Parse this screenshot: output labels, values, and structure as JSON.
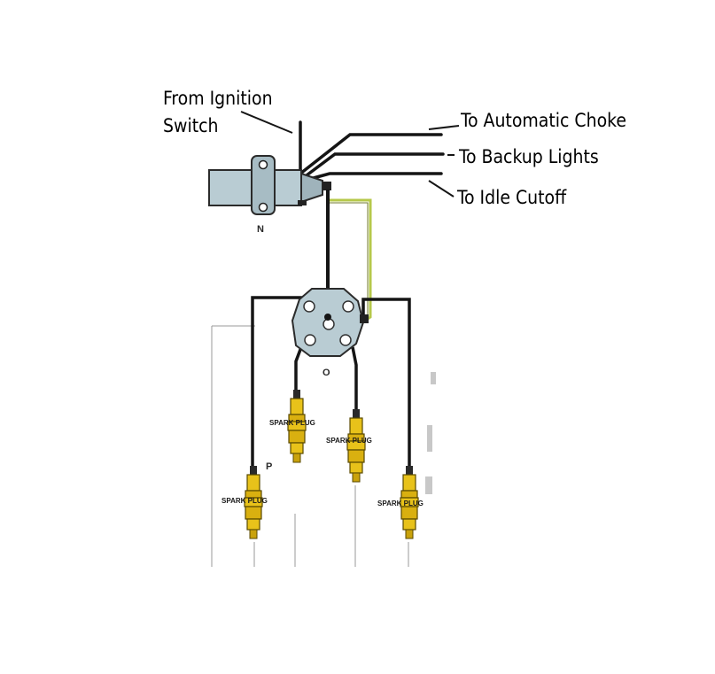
{
  "labels": {
    "from_ignition_line1": "From Ignition",
    "from_ignition_line2": "Switch",
    "automatic_choke": "To Automatic Choke",
    "backup_lights": "To Backup Lights",
    "idle_cutoff": "To Idle Cutoff"
  },
  "letters": {
    "switch": "N",
    "distributor": "O",
    "plug": "P"
  },
  "spark_plug_label": "SPARK PLUG",
  "colors": {
    "background": "#ffffff",
    "switch_body": "#b9ccd3",
    "plug_yellow": "#e8c21a",
    "wire": "#151515",
    "green_wire": "#b6c84a"
  }
}
